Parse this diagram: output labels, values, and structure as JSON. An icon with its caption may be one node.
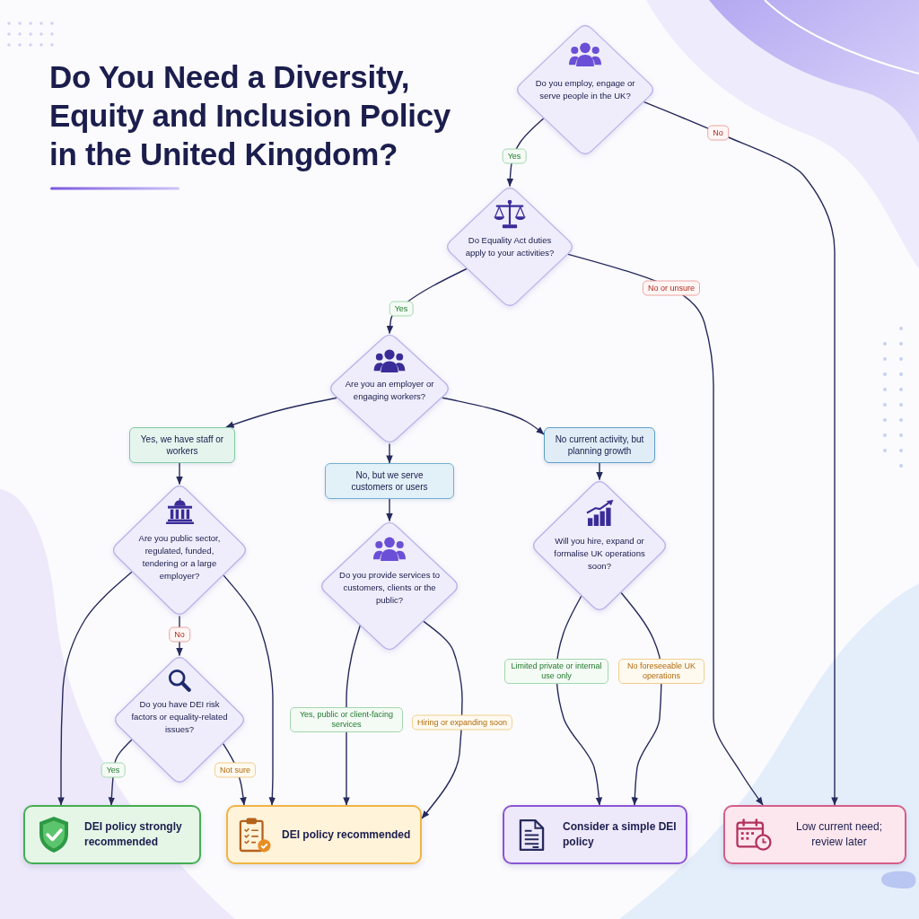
{
  "diagram": {
    "title": "Do You Need a Diversity, Equity and Inclusion Policy in the United Kingdom?",
    "nodes": [
      {
        "text": [
          "Do you employ, engage or serve people in the UK?"
        ]
      },
      {
        "text": [
          "Do Equality Act duties apply to your activities?"
        ]
      },
      {
        "text": [
          "Are you an employer or engaging workers?"
        ]
      },
      {
        "text": [
          "Yes, we have staff or workers"
        ]
      },
      {
        "text": [
          "No, but we serve customers or users"
        ]
      },
      {
        "text": [
          "No current activity, but planning growth"
        ]
      },
      {
        "text": [
          "Are you public sector, regulated, funded, tendering or a large employer?"
        ]
      },
      {
        "text": [
          "Do you provide services to customers, clients or the public?"
        ]
      },
      {
        "text": [
          "Will you hire, expand or formalise UK operations soon?"
        ]
      },
      {
        "text": [
          "Do you have DEI risk factors or equality-related issues?"
        ]
      },
      {
        "text": [
          "DEI policy strongly recommended"
        ]
      },
      {
        "text": [
          "DEI policy recommended"
        ]
      },
      {
        "text": [
          "Consider a simple DEI policy"
        ]
      },
      {
        "text": [
          "Low current need; review later"
        ]
      }
    ],
    "edges": [
      {
        "from": 0,
        "to": 1,
        "arrow": "to",
        "label": "Yes"
      },
      {
        "from": 0,
        "to": 13,
        "arrow": "to",
        "label": "No"
      },
      {
        "from": 1,
        "to": 2,
        "arrow": "to",
        "label": "Yes"
      },
      {
        "from": 1,
        "to": 13,
        "arrow": "to",
        "label": "No or unsure"
      },
      {
        "from": 2,
        "to": 3,
        "arrow": "to"
      },
      {
        "from": 2,
        "to": 4,
        "arrow": "to"
      },
      {
        "from": 2,
        "to": 5,
        "arrow": "to"
      },
      {
        "from": 3,
        "to": 6,
        "arrow": "to"
      },
      {
        "from": 4,
        "to": 7,
        "arrow": "to"
      },
      {
        "from": 5,
        "to": 8,
        "arrow": "to"
      },
      {
        "from": 6,
        "to": 10,
        "arrow": "to"
      },
      {
        "from": 6,
        "to": 9,
        "arrow": "to",
        "label": "No"
      },
      {
        "from": 6,
        "to": 11,
        "arrow": "to"
      },
      {
        "from": 9,
        "to": 10,
        "arrow": "to",
        "label": "Yes"
      },
      {
        "from": 9,
        "to": 11,
        "arrow": "to",
        "label": "Not sure"
      },
      {
        "from": 7,
        "to": 11,
        "arrow": "to",
        "label": "Yes, public or client-facing services"
      },
      {
        "from": 7,
        "to": 11,
        "arrow": "to",
        "label": "Hiring or expanding soon"
      },
      {
        "from": 8,
        "to": 12,
        "arrow": "to",
        "label": "Limited private or internal use only"
      },
      {
        "from": 8,
        "to": 12,
        "arrow": "to",
        "label": "No foreseeable UK operations"
      }
    ]
  }
}
